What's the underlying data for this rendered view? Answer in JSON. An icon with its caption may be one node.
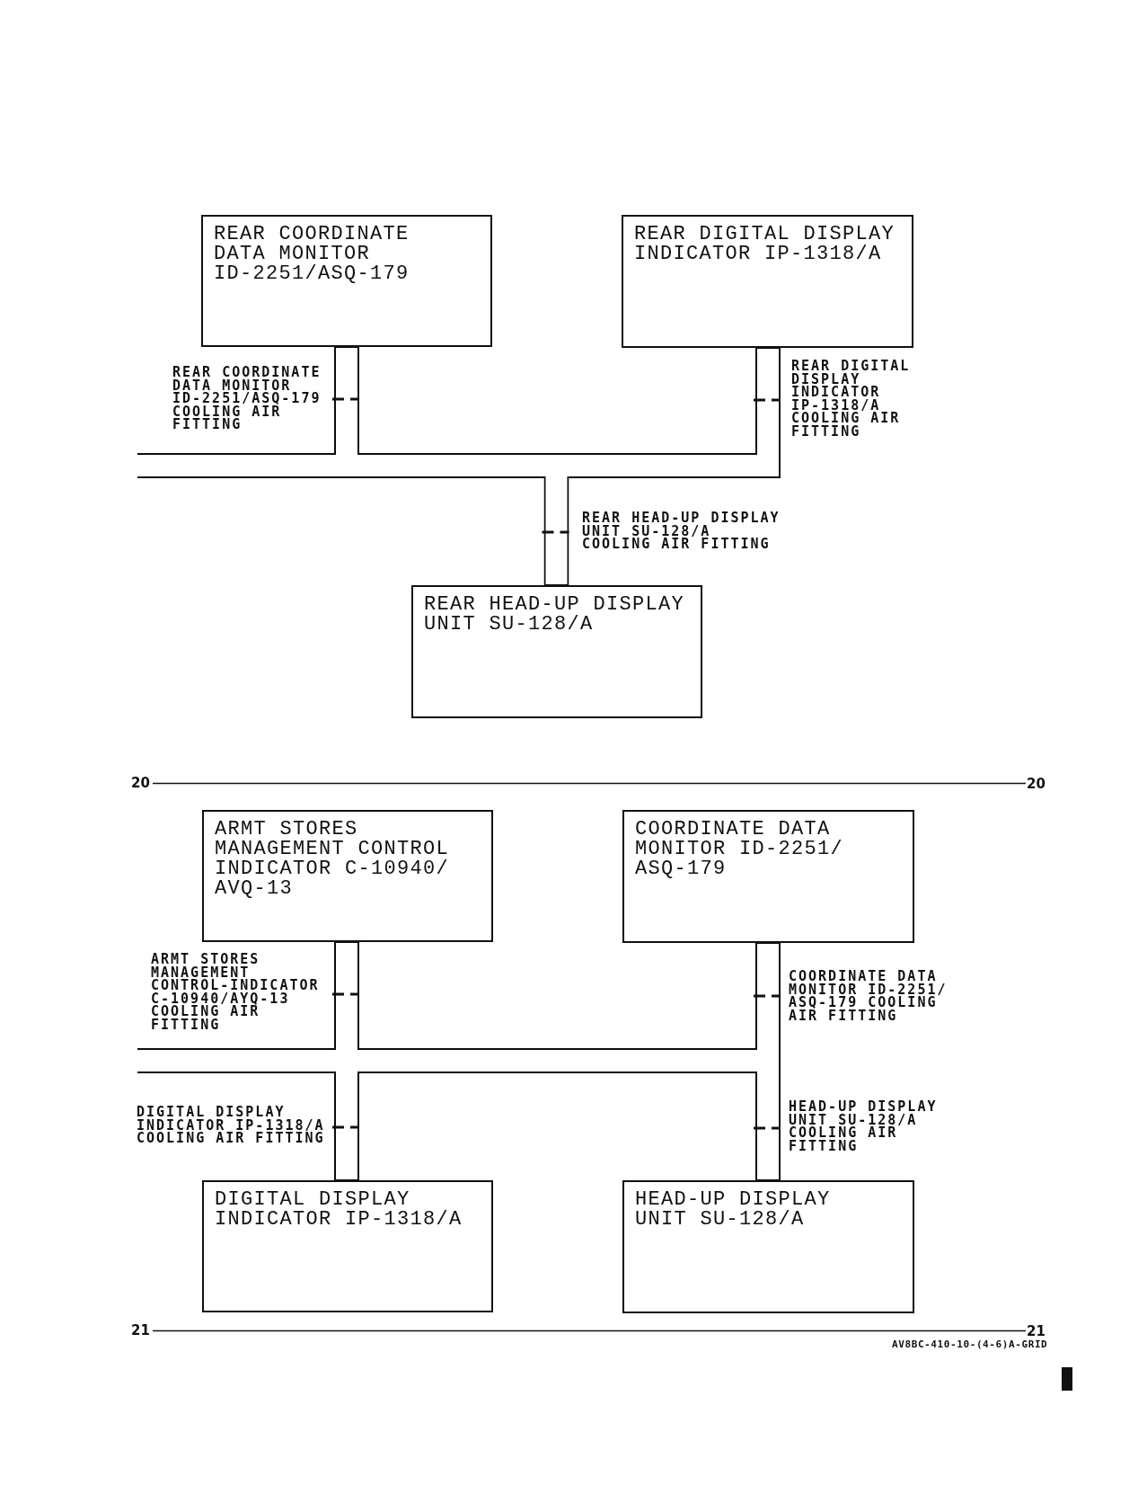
{
  "diagram": {
    "nodes": [
      {
        "text": [
          "REAR COORDINATE DATA MONITOR ID-2251/ASQ-179"
        ]
      },
      {
        "text": [
          "REAR DIGITAL DISPLAY INDICATOR IP-1318/A"
        ]
      },
      {
        "text": [
          "REAR HEAD-UP DISPLAY UNIT SU-128/A"
        ]
      },
      {
        "text": [
          "ARMT STORES MANAGEMENT CONTROL INDICATOR C-10940/ AVQ-13"
        ]
      },
      {
        "text": [
          "COORDINATE DATA MONITOR ID-2251/ ASQ-179"
        ]
      },
      {
        "text": [
          "DIGITAL DISPLAY INDICATOR IP-1318/A"
        ]
      },
      {
        "text": [
          "HEAD-UP DISPLAY UNIT SU-128/A"
        ]
      }
    ],
    "edges": [
      {
        "from": null,
        "to": 0,
        "arrow": "none"
      },
      {
        "from": null,
        "to": 1,
        "arrow": "none"
      },
      {
        "from": null,
        "to": 2,
        "arrow": "none"
      },
      {
        "from": null,
        "to": 3,
        "arrow": "none"
      },
      {
        "from": null,
        "to": 4,
        "arrow": "none"
      },
      {
        "from": null,
        "to": 5,
        "arrow": "none"
      },
      {
        "from": null,
        "to": 6,
        "arrow": "none"
      }
    ],
    "labels": [
      "REAR COORDINATE DATA MONITOR ID-2251/ASQ-179 COOLING AIR FITTING",
      "REAR DIGITAL DISPLAY INDICATOR IP-1318/A COOLING AIR FITTING",
      "REAR HEAD-UP DISPLAY UNIT SU-128/A COOLING AIR FITTING",
      "20",
      "20",
      "ARMT STORES MANAGEMENT CONTROL-INDICATOR C-10940/AYQ-13 COOLING AIR FITTING",
      "COORDINATE DATA MONITOR ID-2251/ ASQ-179 COOLING AIR FITTING",
      "DIGITAL DISPLAY INDICATOR IP-1318/A COOLING AIR FITTING",
      "HEAD-UP DISPLAY UNIT SU-128/A COOLING AIR FITTING",
      "21",
      "21",
      "AV8BC-410-10-(4-6)A-GRID"
    ]
  }
}
